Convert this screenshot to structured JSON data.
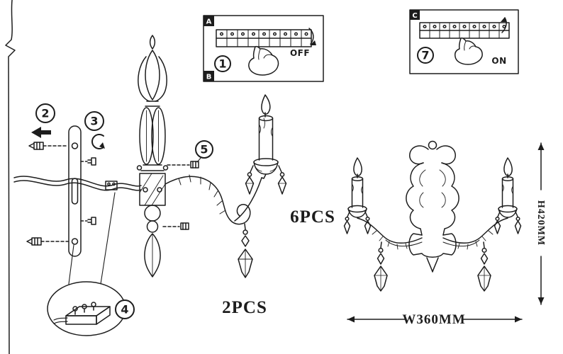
{
  "colors": {
    "background": "#ffffff",
    "line": "#1d1d1d",
    "tab_bg": "#1d1d1d",
    "tab_text": "#ffffff"
  },
  "steps": {
    "s1": "1",
    "s2": "2",
    "s3": "3",
    "s4": "4",
    "s5": "5",
    "s7": "7"
  },
  "inset_off": {
    "tab_top": "A",
    "tab_bottom": "B",
    "state": "OFF"
  },
  "inset_on": {
    "tab_top": "C",
    "state": "ON"
  },
  "counts": {
    "small_crystals": "6PCS",
    "large_crystals": "2PCS"
  },
  "dimensions": {
    "width": "W360MM",
    "height": "H420MM"
  }
}
